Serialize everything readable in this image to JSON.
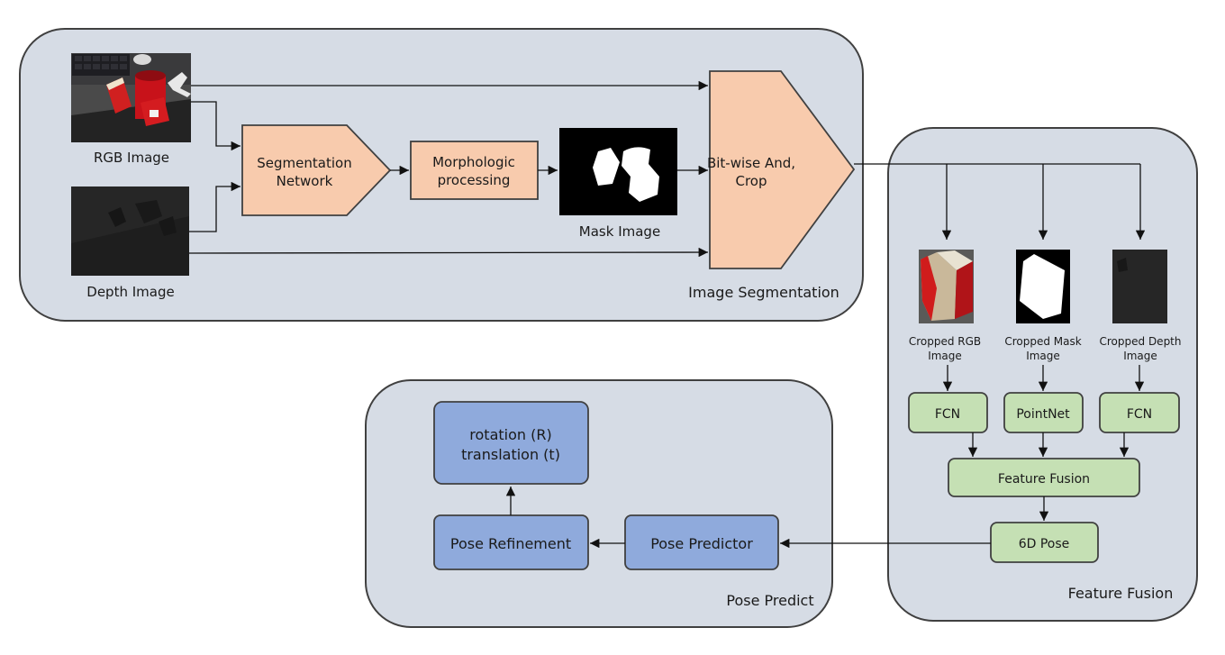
{
  "panels": {
    "image_segmentation": "Image Segmentation",
    "feature_fusion": "Feature Fusion",
    "pose_predict": "Pose Predict"
  },
  "inputs": {
    "rgb_image": "RGB Image",
    "depth_image": "Depth Image",
    "mask_image": "Mask Image"
  },
  "segmentation": {
    "network_line1": "Segmentation",
    "network_line2": "Network",
    "morph_line1": "Morphologic",
    "morph_line2": "processing",
    "bitwise_line1": "Bit-wise And,",
    "bitwise_line2": "Crop"
  },
  "fusion": {
    "cropped_rgb_line1": "Cropped RGB",
    "cropped_rgb_line2": "Image",
    "cropped_mask_line1": "Cropped Mask",
    "cropped_mask_line2": "Image",
    "cropped_depth_line1": "Cropped Depth",
    "cropped_depth_line2": "Image",
    "fcn_left": "FCN",
    "pointnet": "PointNet",
    "fcn_right": "FCN",
    "feature_fusion_box": "Feature Fusion",
    "pose_6d": "6D Pose"
  },
  "pose": {
    "predictor": "Pose Predictor",
    "refinement": "Pose Refinement",
    "output_line1": "rotation (R)",
    "output_line2": "translation (t)"
  },
  "colors": {
    "panel_fill": "#d6dce5",
    "orange_box": "#f8cbad",
    "green_box": "#c5e0b4",
    "blue_box": "#8faadc"
  }
}
